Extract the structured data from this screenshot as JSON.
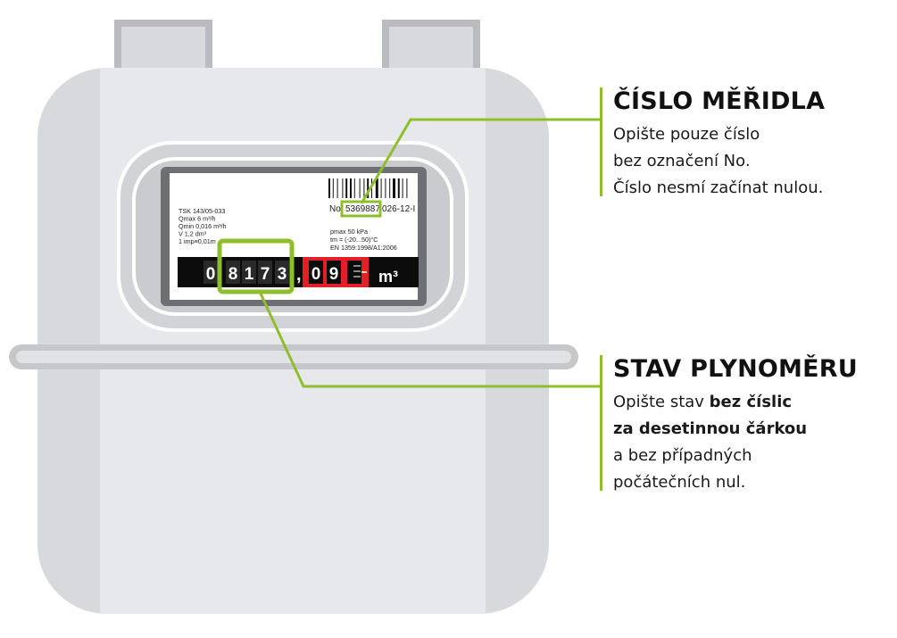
{
  "meter": {
    "label_left": [
      "TSK 143/05-033",
      "Qmax 6 m³/h",
      "Qmin 0,016 m³/h",
      "V 1,2 dm³",
      "1 imp≡0,01m"
    ],
    "serial_prefix": "No",
    "serial_number": "5369887",
    "serial_suffix": "026-12-I",
    "label_right": [
      "pmax 50 kPa",
      "tm = (-20...50)°C",
      "EN 1359:1998/A1:2006"
    ],
    "counter_integer_digits": [
      "0",
      "8",
      "1",
      "7",
      "3"
    ],
    "decimal_comma": ",",
    "counter_decimal_digits": [
      "0",
      "9"
    ],
    "unit": "m³",
    "colors": {
      "highlight": "#8fbe2c",
      "red_dial": "#e32026",
      "body": "#d8d9dd"
    }
  },
  "callouts": {
    "cislo": {
      "title": "ČÍSLO MĚŘIDLA",
      "line1": "Opište pouze číslo",
      "line2": "bez označení No.",
      "line3": "Číslo nesmí začínat nulou."
    },
    "stav": {
      "title": "STAV PLYNOMĚRU",
      "line1_prefix": "Opište stav ",
      "line1_bold": "bez číslic",
      "line2_bold": "za desetinnou čárkou",
      "line3": "a bez případných",
      "line4": "počátečních nul."
    }
  }
}
